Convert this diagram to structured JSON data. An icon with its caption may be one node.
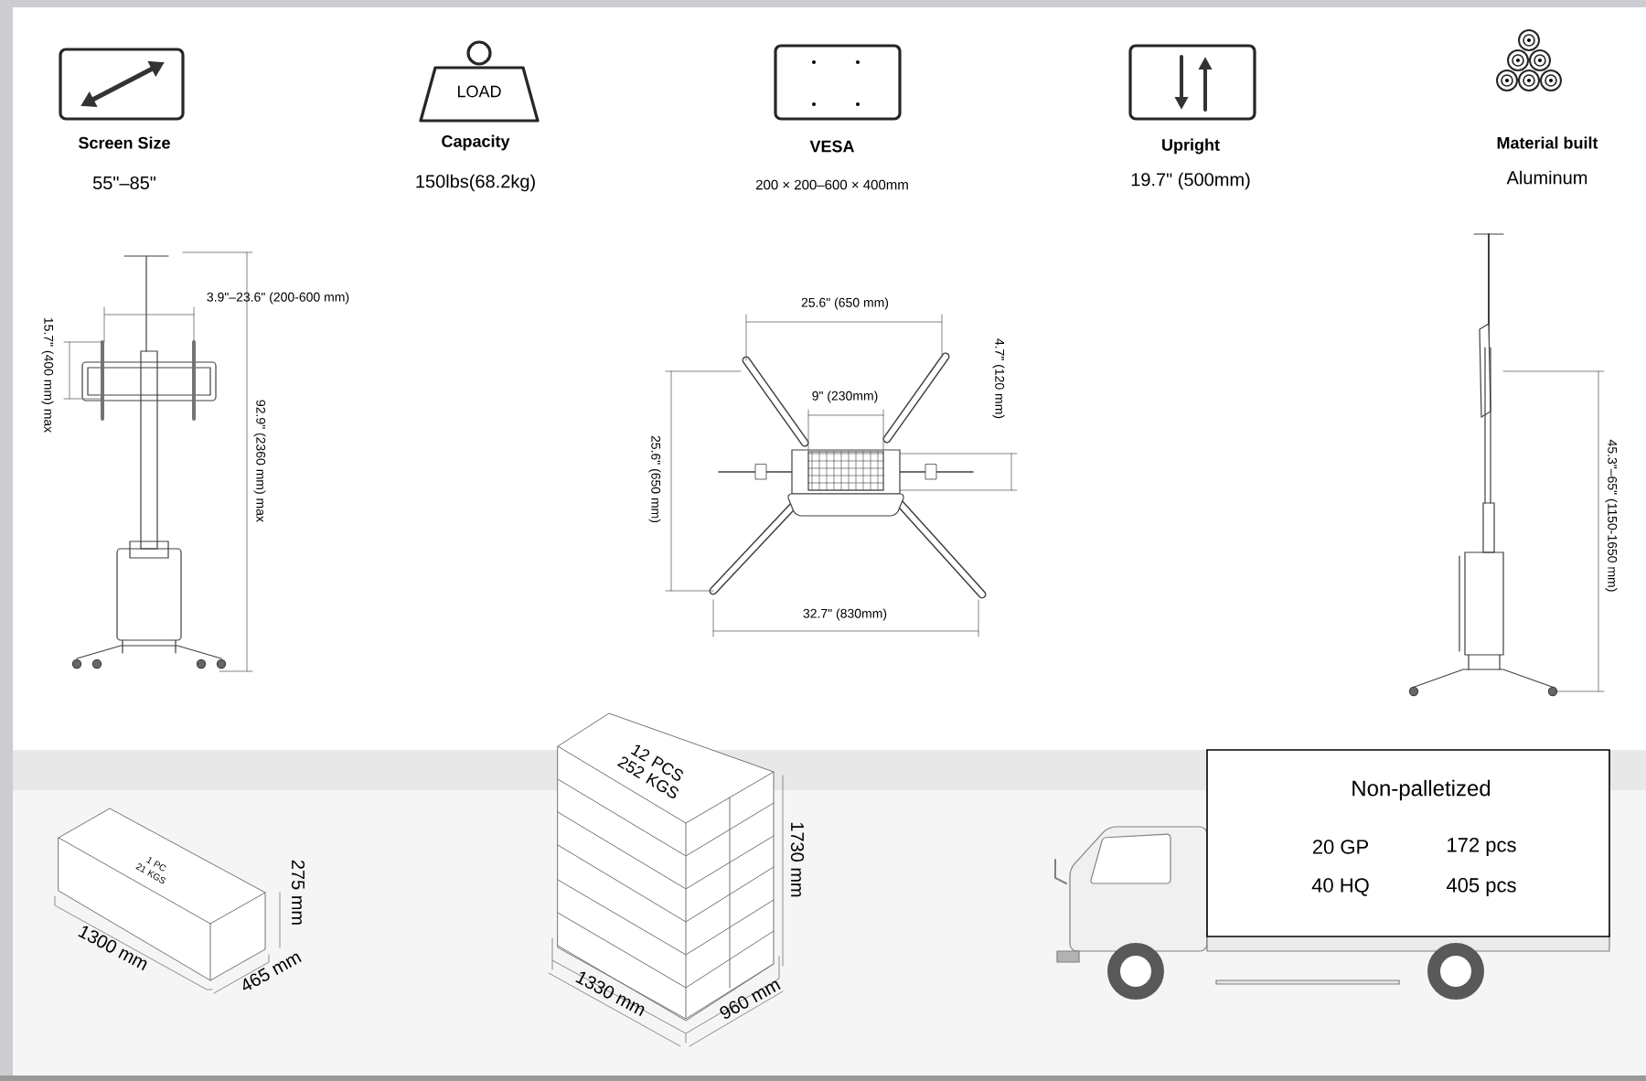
{
  "diagram": {
    "nodes": [
      {
        "text": [
          "LOAD"
        ]
      },
      {
        "text": [
          "1 PC 21 KGS"
        ]
      },
      {
        "text": [
          "12 PCS 252 KGS"
        ]
      },
      {
        "text": [
          "Non-palletized",
          "20 GP",
          "172 pcs",
          "40 HQ",
          "405 pcs"
        ]
      }
    ],
    "labels": [
      "Screen Size",
      "55\"–85\"",
      "Capacity",
      "150lbs(68.2kg)",
      "VESA",
      "200 × 200–600 × 400mm",
      "Upright",
      "19.7\" (500mm)",
      "Material built",
      "Aluminum",
      "3.9\"–23.6\" (200-600 mm)",
      "15.7\" (400 mm) max",
      "92.9\" (2360 mm) max",
      "25.6\" (650 mm)",
      "4.7\" (120 mm)",
      "9\" (230mm)",
      "25.6\" (650 mm)",
      "32.7\" (830mm)",
      "45.3\"–65\" (1150-1650 mm)",
      "275 mm",
      "1300 mm",
      "465 mm",
      "1730 mm",
      "1330 mm",
      "960 mm"
    ]
  }
}
